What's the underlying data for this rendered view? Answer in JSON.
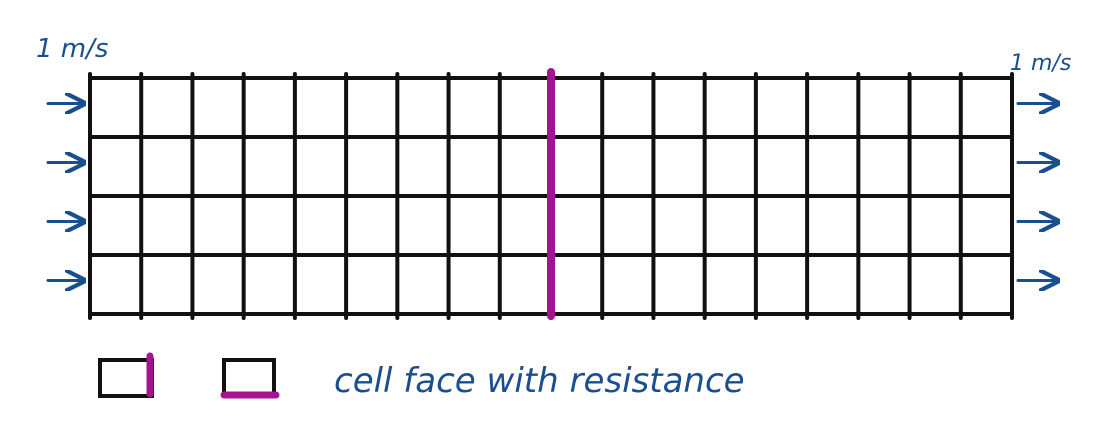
{
  "colors": {
    "grid": "#111111",
    "flow": "#1a4f8f",
    "resistance": "#a3158f",
    "background": "#ffffff"
  },
  "grid": {
    "rows": 4,
    "columns": 18,
    "resistance_after_column": 9
  },
  "inlet": {
    "label": "1 m/s",
    "arrow_count": 4,
    "icon": "arrow-right-icon"
  },
  "outlet": {
    "label": "1 m/s",
    "arrow_count": 4,
    "icon": "arrow-right-icon"
  },
  "legend": {
    "label": "cell face with resistance",
    "symbols": [
      "vertical-face-resistance-icon",
      "horizontal-face-resistance-icon"
    ]
  }
}
